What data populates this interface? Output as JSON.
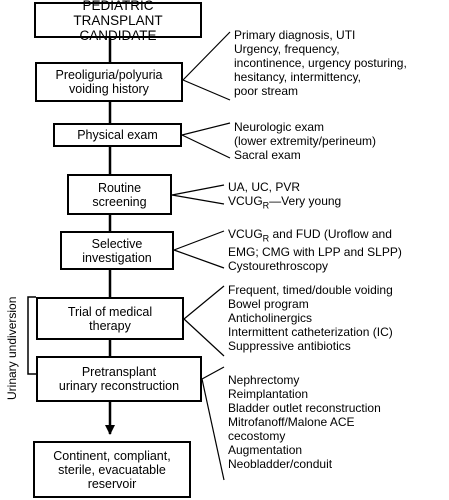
{
  "boxes": [
    {
      "label": "PEDIATRIC\nTRANSPLANT CANDIDATE"
    },
    {
      "label": "Preoliguria/polyuria\nvoiding history"
    },
    {
      "label": "Physical exam"
    },
    {
      "label": "Routine\nscreening"
    },
    {
      "label": "Selective\ninvestigation"
    },
    {
      "label": "Trial of medical\ntherapy"
    },
    {
      "label": "Pretransplant\nurinary reconstruction"
    },
    {
      "label": "Continent, compliant,\nsterile, evacuatable\nreservoir"
    }
  ],
  "notes": [
    {
      "text": "Primary diagnosis, UTI\nUrgency, frequency,\nincontinence, urgency posturing,\nhesitancy, intermittency,\npoor stream"
    },
    {
      "text": "Neurologic exam\n(lower extremity/perineum)\nSacral exam"
    },
    {
      "line1": "UA, UC, PVR",
      "vcug": "VCUG",
      "sub": "R",
      "rest": "—Very young"
    },
    {
      "vcug": "VCUG",
      "sub": "R",
      "rest": " and FUD (Uroflow and\nEMG; CMG with LPP and SLPP)\nCystourethroscopy"
    },
    {
      "text": "Frequent, timed/double voiding\nBowel program\nAnticholinergics\nIntermittent catheterization (IC)\nSuppressive antibiotics"
    },
    {
      "text": "Nephrectomy\nReimplantation\nBladder outlet reconstruction\nMitrofanoff/Malone ACE\ncecostomy\nAugmentation\nNeobladder/conduit"
    }
  ],
  "side_label": "Urinary undiversion"
}
